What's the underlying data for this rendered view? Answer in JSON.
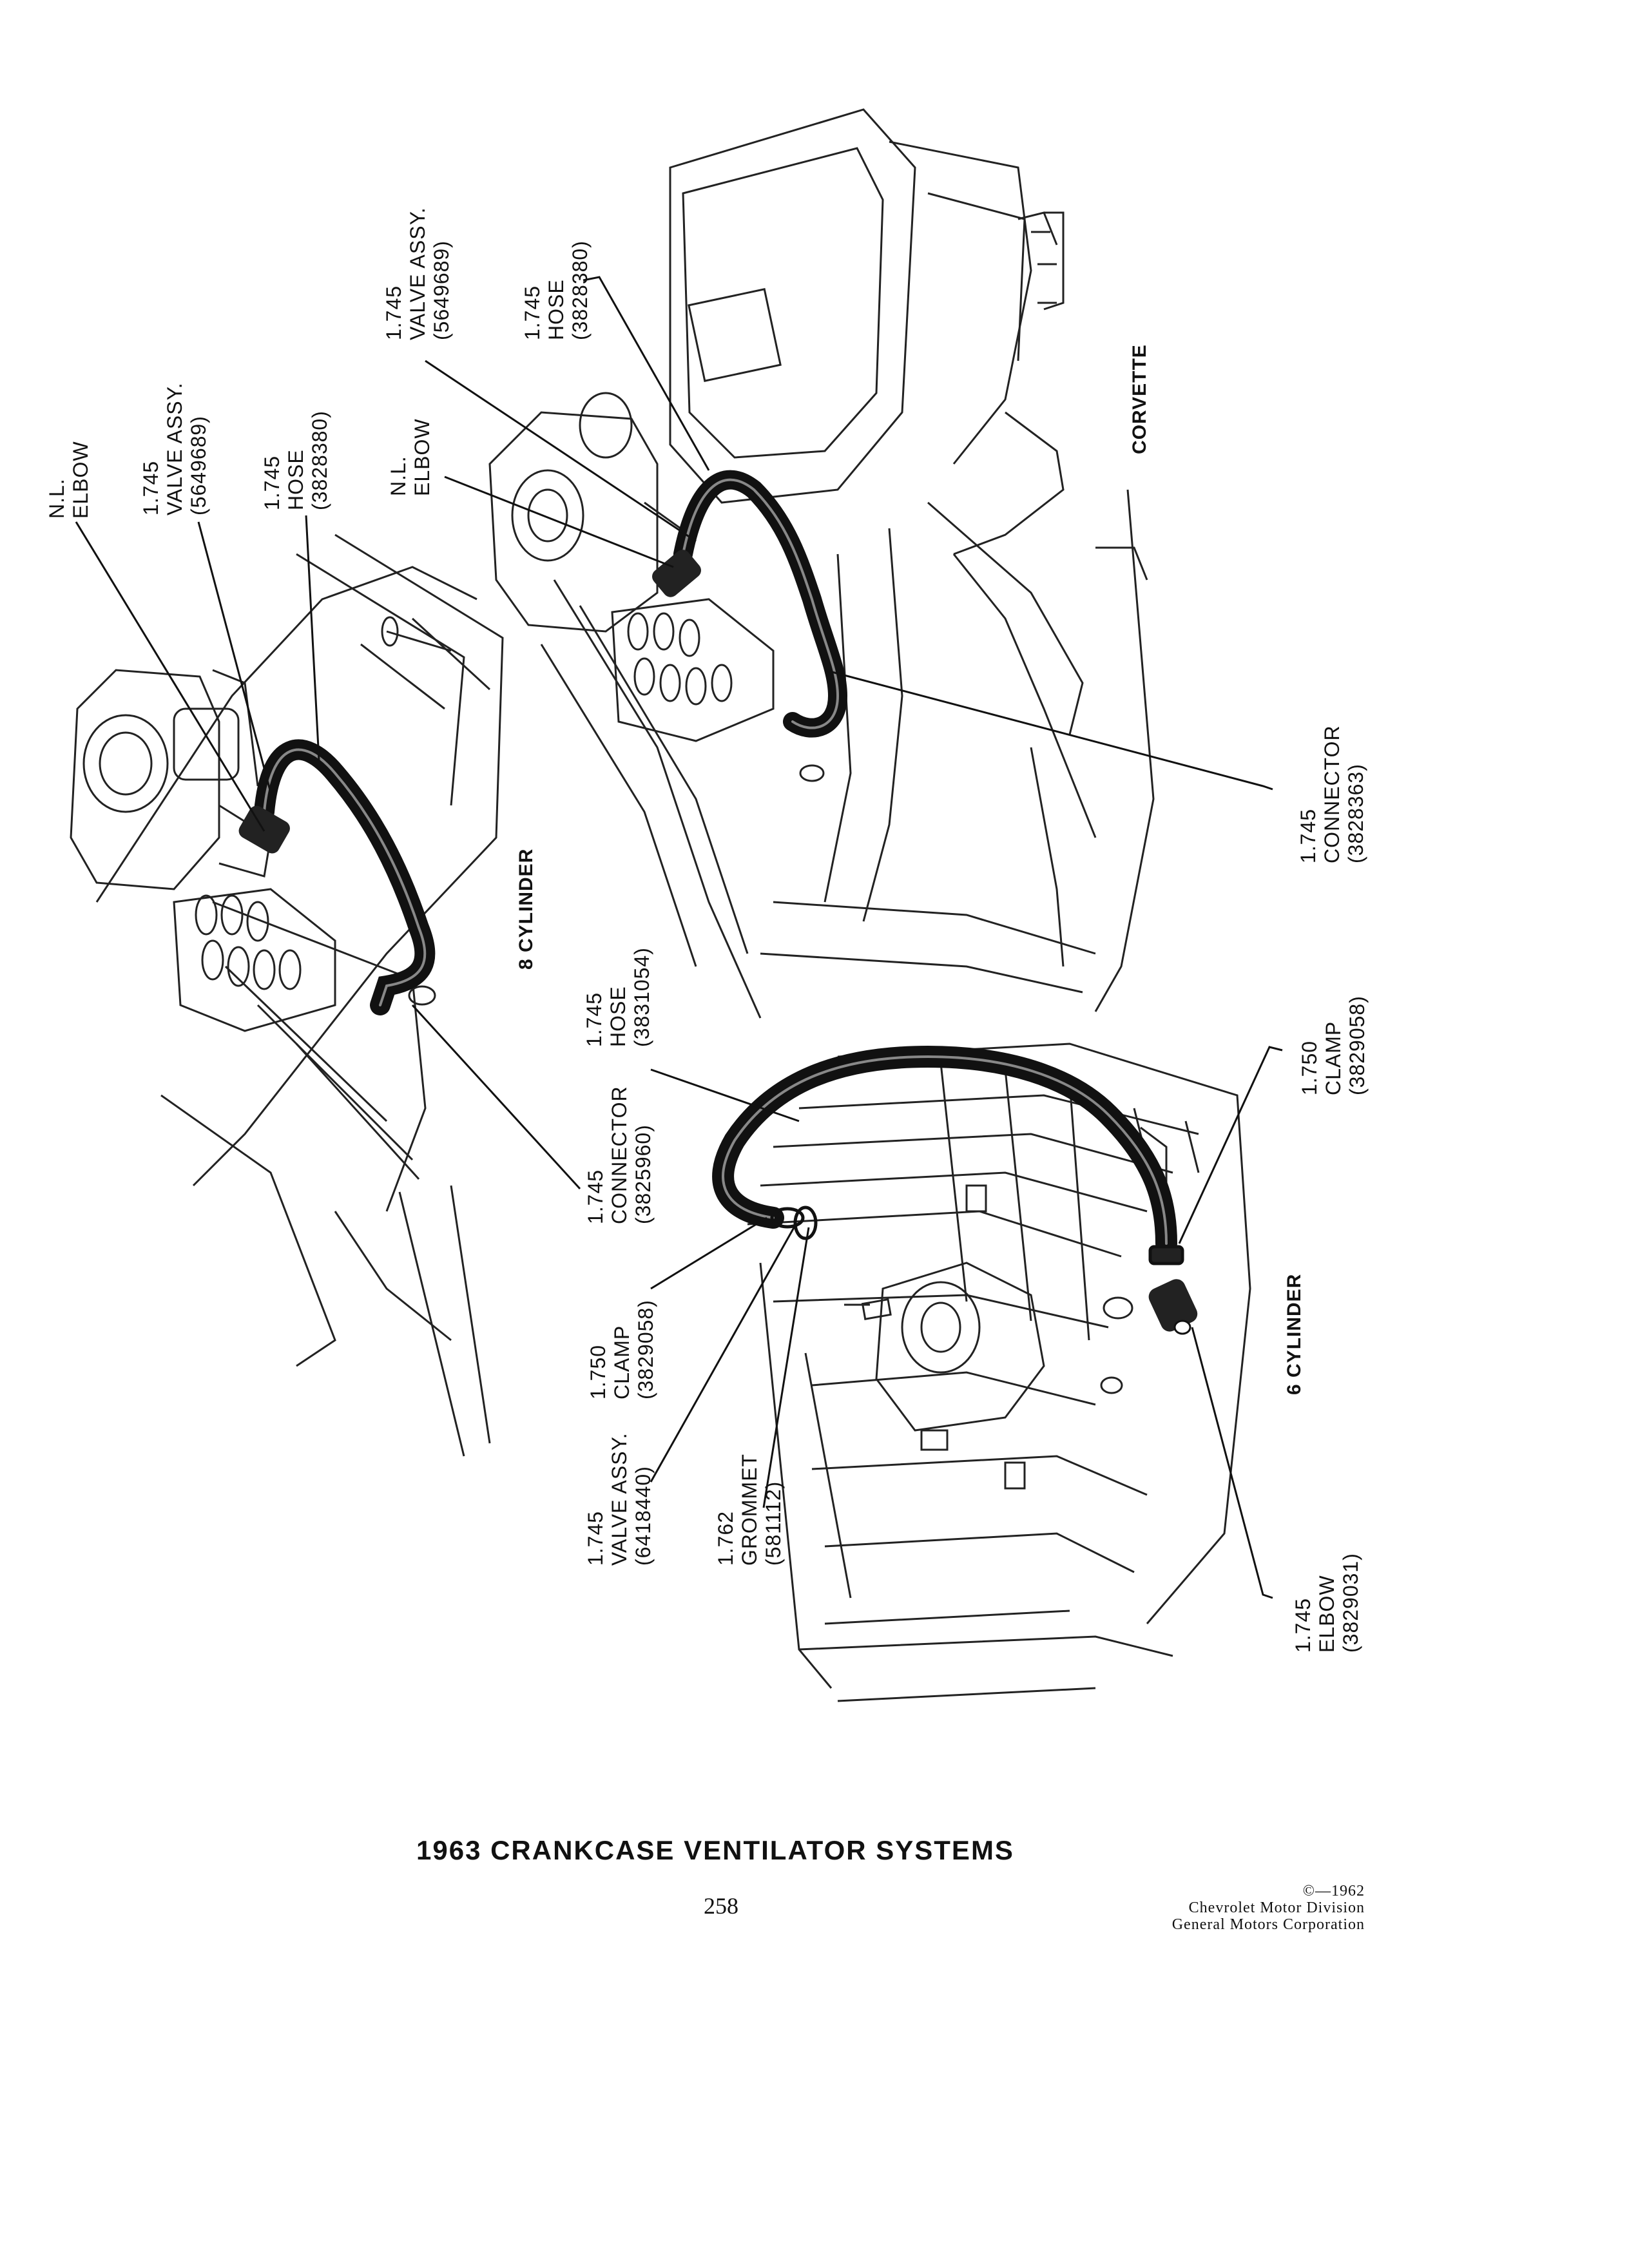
{
  "diagram": {
    "headings": {
      "eight_cylinder": "8 CYLINDER",
      "corvette": "CORVETTE",
      "six_cylinder": "6 CYLINDER"
    },
    "callouts": {
      "v8_elbow": [
        "N.L.",
        "ELBOW"
      ],
      "v8_valve": [
        "1.745",
        "VALVE ASSY.",
        "(5649689)"
      ],
      "v8_hose": [
        "1.745",
        "HOSE",
        "(3828380)"
      ],
      "v8_connector": [
        "1.745",
        "CONNECTOR",
        "(3825960)"
      ],
      "vette_valve": [
        "1.745",
        "VALVE ASSY.",
        "(5649689)"
      ],
      "vette_hose": [
        "1.745",
        "HOSE",
        "(3828380)"
      ],
      "vette_elbow": [
        "N.L.",
        "ELBOW"
      ],
      "vette_connector": [
        "1.745",
        "CONNECTOR",
        "(3828363)"
      ],
      "six_hose": [
        "1.745",
        "HOSE",
        "(3831054)"
      ],
      "six_clamp_top": [
        "1.750",
        "CLAMP",
        "(3829058)"
      ],
      "six_clamp_left": [
        "1.750",
        "CLAMP",
        "(3829058)"
      ],
      "six_valve": [
        "1.745",
        "VALVE ASSY.",
        "(6418440)"
      ],
      "six_grommet": [
        "1.762",
        "GROMMET",
        "(581112)"
      ],
      "six_elbow": [
        "1.745",
        "ELBOW",
        "(3829031)"
      ]
    }
  },
  "footer": {
    "title": "1963 CRANKCASE VENTILATOR SYSTEMS",
    "page_number": "258",
    "credit": [
      "©—1962",
      "Chevrolet Motor Division",
      "General Motors Corporation"
    ]
  }
}
